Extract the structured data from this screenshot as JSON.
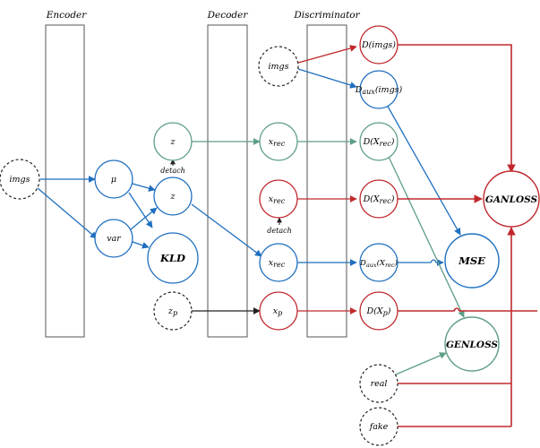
{
  "headers": {
    "encoder": "Encoder",
    "decoder": "Decoder",
    "discriminator": "Discriminator"
  },
  "nodes": {
    "imgs_input": "imgs",
    "imgs_disc": "imgs",
    "mu": "μ",
    "var": "var",
    "z_top": "z",
    "z_mid": "z",
    "kld": "KLD",
    "zp": "z",
    "zp_sub": "p",
    "xrec1": "x",
    "xrec1_sub": "rec",
    "xrec2": "x",
    "xrec2_sub": "rec",
    "xrec3": "x",
    "xrec3_sub": "rec",
    "xp": "x",
    "xp_sub": "p",
    "d_imgs": "D(imgs)",
    "daux_imgs_main": "D",
    "daux_imgs_sub": "aux",
    "daux_imgs_arg": "(imgs)",
    "d_xrec1_main": "D(X",
    "d_xrec1_sub": "rec",
    "d_xrec1_close": ")",
    "d_xrec2_main": "D(X",
    "d_xrec2_sub": "rec",
    "d_xrec2_close": ")",
    "daux_xrec_main": "D",
    "daux_xrec_sub": "aux",
    "daux_xrec_arg": "(X",
    "daux_xrec_sub2": "rec",
    "daux_xrec_close": ")",
    "d_xp_main": "D(X",
    "d_xp_sub": "p",
    "d_xp_close": ")",
    "ganloss": "GANLOSS",
    "mse": "MSE",
    "genloss": "GENLOSS",
    "real": "real",
    "fake": "fake"
  },
  "annotations": {
    "detach_top": "detach",
    "detach_mid": "detach"
  },
  "colors": {
    "blue": "#1f6fbf",
    "red": "#c0282d",
    "green": "#5e9e85",
    "black": "#222222",
    "box": "#555555"
  }
}
